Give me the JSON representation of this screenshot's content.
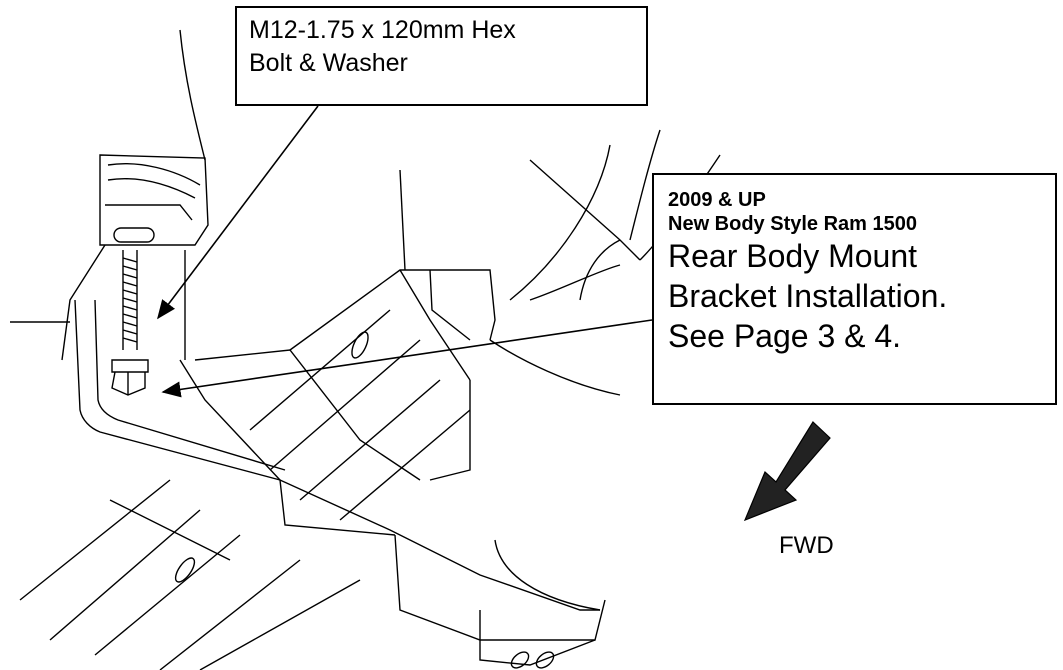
{
  "callout_bolt": {
    "line1": "M12-1.75 x 120mm Hex",
    "line2": "Bolt & Washer"
  },
  "callout_install": {
    "line1": "2009 & UP",
    "line2": "New Body Style Ram 1500",
    "line3": "Rear Body Mount",
    "line4": "Bracket Installation.",
    "line5": "See Page 3 & 4."
  },
  "direction_label": "FWD",
  "colors": {
    "line": "#000000",
    "background": "#ffffff"
  }
}
